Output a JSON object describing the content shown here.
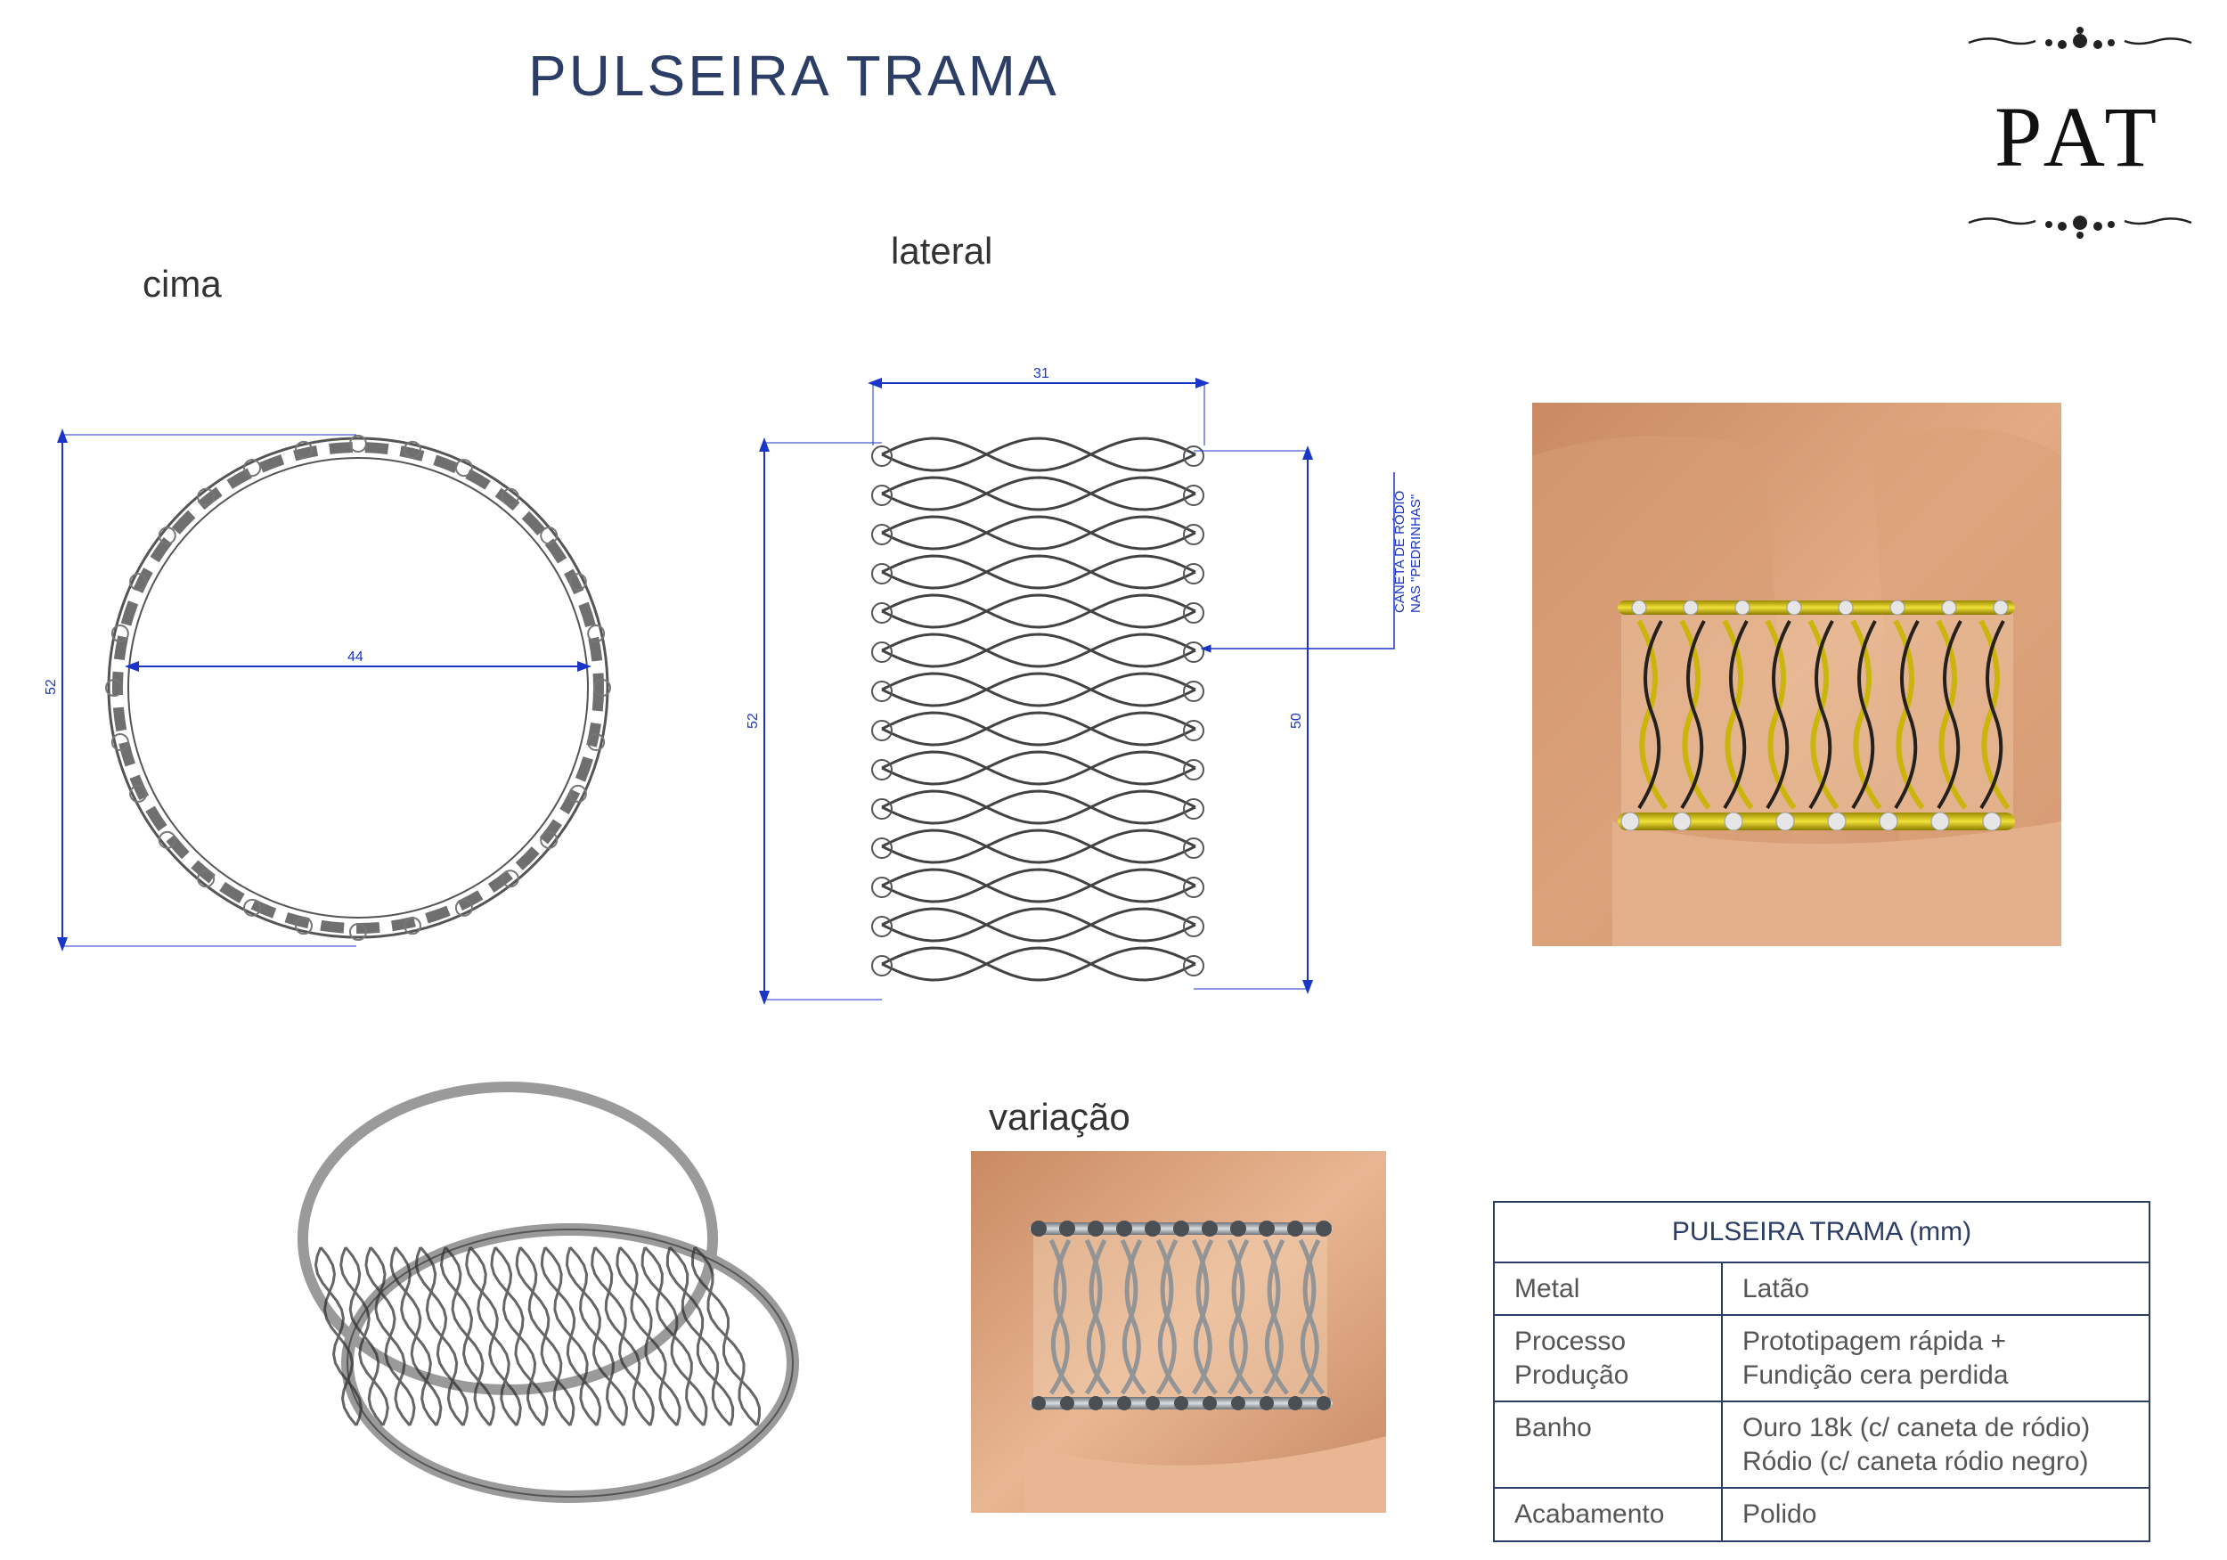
{
  "title": "PULSEIRA TRAMA",
  "labels": {
    "top_view": "cima",
    "side_view": "lateral",
    "variation": "variação"
  },
  "logo": {
    "text": "PAT"
  },
  "dimensions": {
    "top_height": "52",
    "top_inner_diameter": "44",
    "side_width": "31",
    "side_height": "52",
    "side_inner_height": "50"
  },
  "annotation": {
    "line1": "CANETA DE RÓDIO",
    "line2": "NAS \"PEDRINHAS\""
  },
  "spec_table": {
    "header": "PULSEIRA TRAMA (mm)",
    "rows": [
      {
        "key": "Metal",
        "value": [
          "Latão"
        ]
      },
      {
        "key": [
          "Processo",
          "Produção"
        ],
        "value": [
          "Prototipagem rápida +",
          "Fundição cera perdida"
        ]
      },
      {
        "key": "Banho",
        "value": [
          "Ouro 18k (c/ caneta de ródio)",
          "Ródio (c/ caneta ródio negro)"
        ]
      },
      {
        "key": "Acabamento",
        "value": [
          "Polido"
        ]
      }
    ]
  },
  "colors": {
    "title": "#2c3e66",
    "dimension": "#1a35c8",
    "gold": "#d4c21a",
    "silver": "#9aa0a6"
  }
}
